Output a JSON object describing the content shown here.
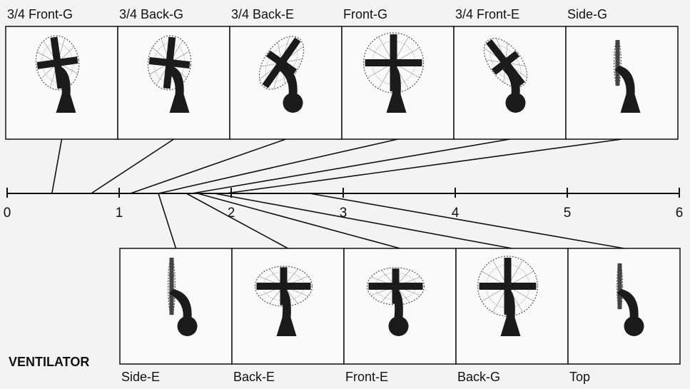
{
  "title": "VENTILATOR",
  "axis": {
    "ticks": [
      "0",
      "1",
      "2",
      "3",
      "4",
      "5",
      "6"
    ],
    "min": 0,
    "max": 6
  },
  "top_views": [
    {
      "label": "3/4 Front-G",
      "value": 0.4,
      "pose": "three-quarter-front"
    },
    {
      "label": "3/4 Back-G",
      "value": 0.75,
      "pose": "three-quarter-back"
    },
    {
      "label": "3/4 Back-E",
      "value": 1.1,
      "pose": "three-quarter-back-elevated"
    },
    {
      "label": "Front-G",
      "value": 1.35,
      "pose": "front"
    },
    {
      "label": "3/4 Front-E",
      "value": 1.65,
      "pose": "three-quarter-front-elevated"
    },
    {
      "label": "Side-G",
      "value": 1.95,
      "pose": "side"
    }
  ],
  "bottom_views": [
    {
      "label": "Side-E",
      "value": 1.35,
      "pose": "side-elevated"
    },
    {
      "label": "Back-E",
      "value": 1.6,
      "pose": "back-elevated"
    },
    {
      "label": "Front-E",
      "value": 1.7,
      "pose": "front-elevated"
    },
    {
      "label": "Back-G",
      "value": 1.85,
      "pose": "back"
    },
    {
      "label": "Top",
      "value": 2.7,
      "pose": "top"
    }
  ]
}
